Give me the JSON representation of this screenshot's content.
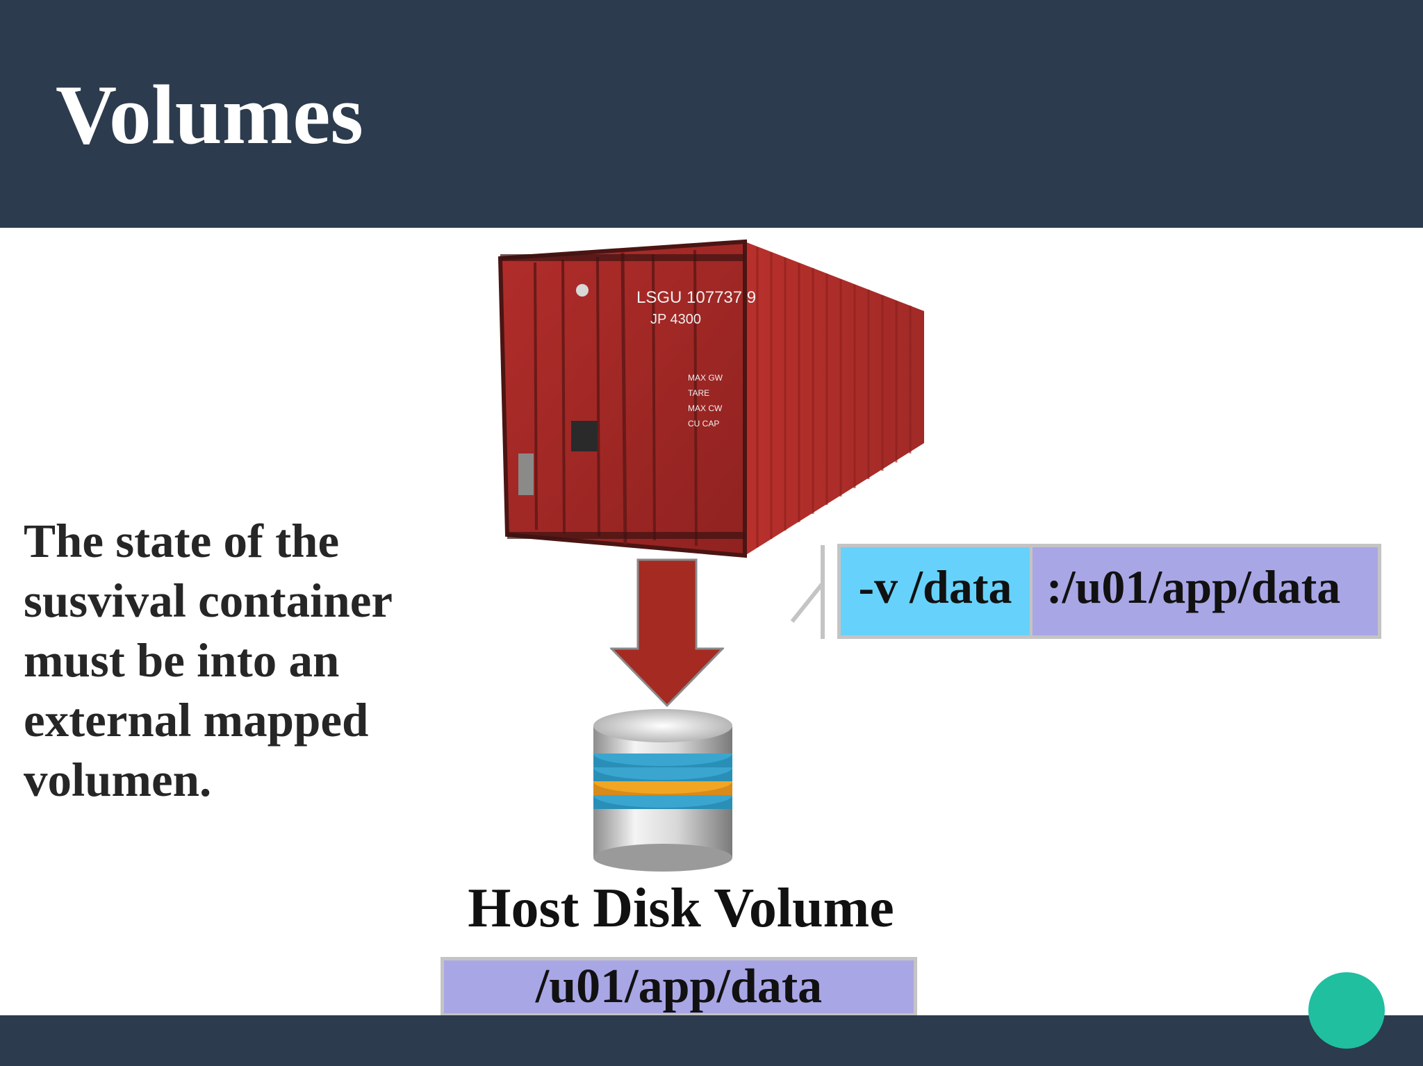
{
  "slide": {
    "title": "Volumes",
    "body_text": "The state of the susvival container must be into an external mapped volumen."
  },
  "container_image": {
    "markings": {
      "line1": "LSGU  107737  9",
      "line2": "JP      4300",
      "maxgw": "MAX GW",
      "tare": "TARE",
      "maxcw": "MAX CW",
      "cucap": "CU CAP"
    }
  },
  "command": {
    "left": "-v /data",
    "right": ":/u01/app/data"
  },
  "host": {
    "label": "Host Disk Volume",
    "path": "/u01/app/data"
  },
  "colors": {
    "header_bg": "#2c3b4d",
    "accent_circle": "#1fbfa0",
    "cmd_left_bg": "#66d2fb",
    "cmd_right_bg": "#a9a6e6",
    "arrow": "#a52a22",
    "container": "#b52a2a"
  }
}
